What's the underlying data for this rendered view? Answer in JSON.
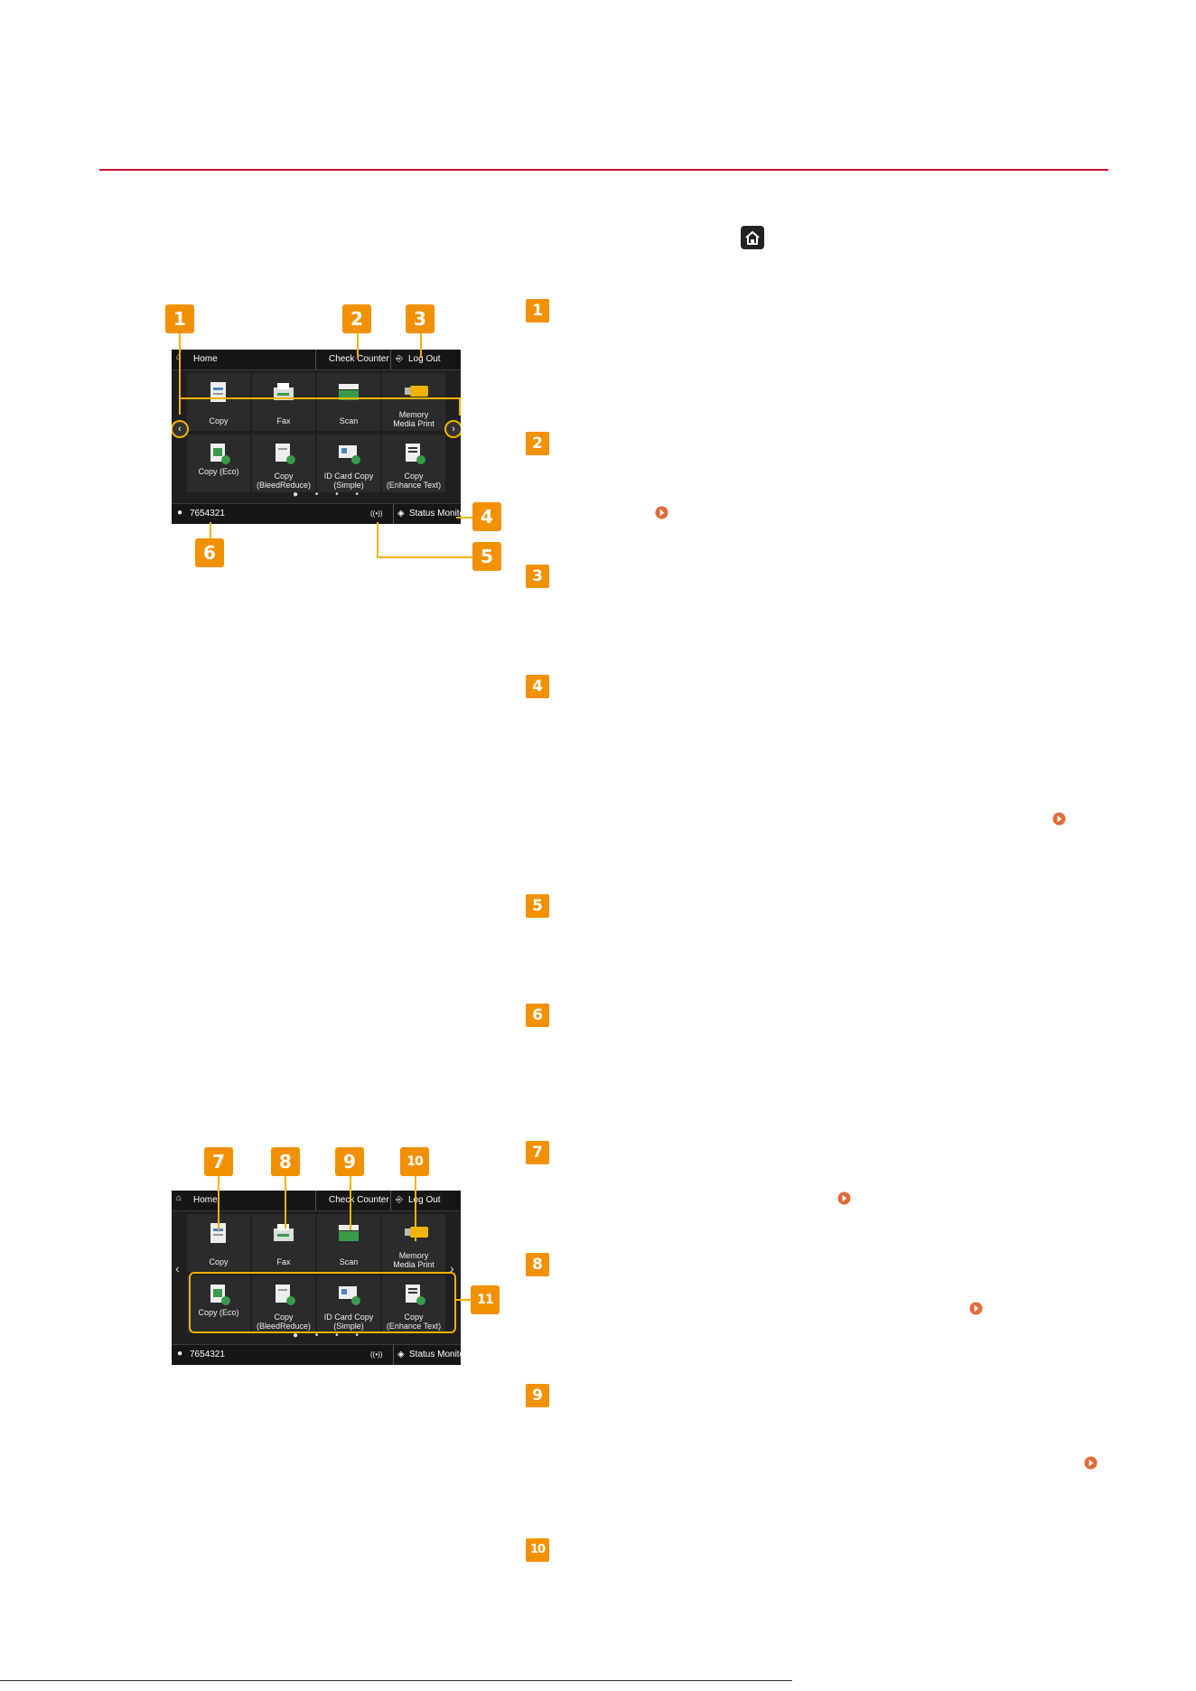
{
  "panel": {
    "title": "Home",
    "check_counter": "Check Counter",
    "logout": "Log Out",
    "user_id": "7654321",
    "status_monitor": "Status Monitor",
    "wifi": "((•))",
    "page_dots": "● • • •",
    "prev": "‹",
    "next": "›",
    "tiles": [
      "Copy",
      "Fax",
      "Scan",
      "Memory\nMedia Print",
      "Copy (Eco)",
      "Copy\n(BleedReduce)",
      "ID Card Copy\n(Simple)",
      "Copy\n(Enhance Text)"
    ]
  },
  "callouts": [
    "1",
    "2",
    "3",
    "4",
    "5",
    "6",
    "7",
    "8",
    "9",
    "10",
    "11"
  ],
  "markers": [
    "1",
    "2",
    "3",
    "4",
    "5",
    "6",
    "7",
    "8",
    "9",
    "10"
  ],
  "colors": {
    "accent": "#f29100",
    "rule": "#c8102e",
    "highlight": "#f0b400",
    "link": "#e06b3a"
  }
}
